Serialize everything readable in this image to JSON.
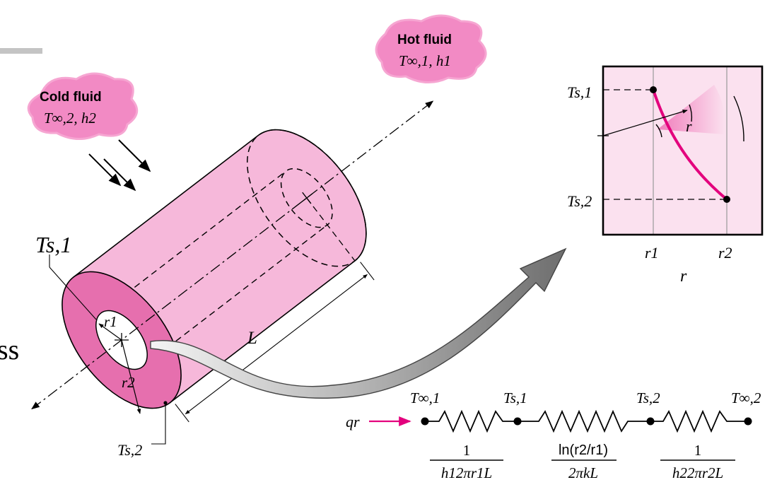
{
  "colors": {
    "cylinder_light": "#f6b8da",
    "cylinder_face": "#e66fae",
    "cloud": "#f28ac4",
    "plot_bg": "#fbe1ef",
    "profile_curve": "#e3007d",
    "heat_arrow": "#e3007d",
    "big_arrow": "#8a8a8a"
  },
  "clouds": {
    "cold": {
      "title": "Cold fluid",
      "params": "T∞,2, h2"
    },
    "hot": {
      "title": "Hot fluid",
      "params": "T∞,1, h1"
    }
  },
  "cylinder_labels": {
    "ts1": "Ts,1",
    "ts2": "Ts,2",
    "r1": "r1",
    "r2": "r2",
    "length": "L"
  },
  "partial_text": "ss",
  "plot": {
    "y_ticks": [
      "Ts,1",
      "Ts,2"
    ],
    "x_ticks": [
      "r1",
      "r2"
    ],
    "x_axis_label": "r",
    "inset_label": "r"
  },
  "circuit": {
    "heat_rate": "qr",
    "nodes": [
      "T∞,1",
      "Ts,1",
      "Ts,2",
      "T∞,2"
    ],
    "resistances": [
      {
        "numerator": "1",
        "denominator": "h12πr1L"
      },
      {
        "numerator": "ln(r2/r1)",
        "denominator": "2πkL"
      },
      {
        "numerator": "1",
        "denominator": "h22πr2L"
      }
    ]
  }
}
